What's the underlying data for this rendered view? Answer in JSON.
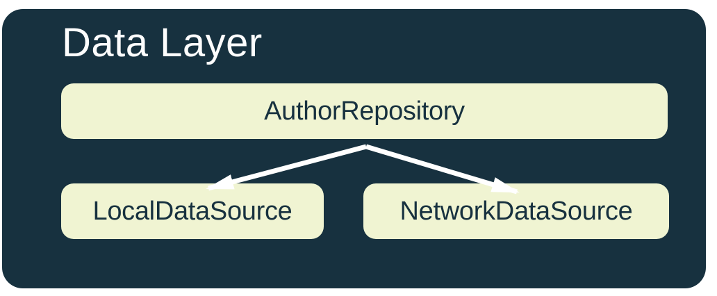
{
  "diagram": {
    "title": "Data Layer",
    "nodes": [
      {
        "id": "author-repository",
        "label": "AuthorRepository"
      },
      {
        "id": "local-data-source",
        "label": "LocalDataSource"
      },
      {
        "id": "network-data-source",
        "label": "NetworkDataSource"
      }
    ],
    "edges": [
      {
        "from": "AuthorRepository",
        "to": "LocalDataSource",
        "style": "white-arrow"
      },
      {
        "from": "AuthorRepository",
        "to": "NetworkDataSource",
        "style": "white-arrow"
      }
    ],
    "colors": {
      "page_background": "#FFFFFF",
      "container": "#17313F",
      "node_fill": "#F0F4D2",
      "node_text": "#17313F",
      "title_text": "#FDFDFD",
      "arrow": "#FFFFFF"
    }
  }
}
